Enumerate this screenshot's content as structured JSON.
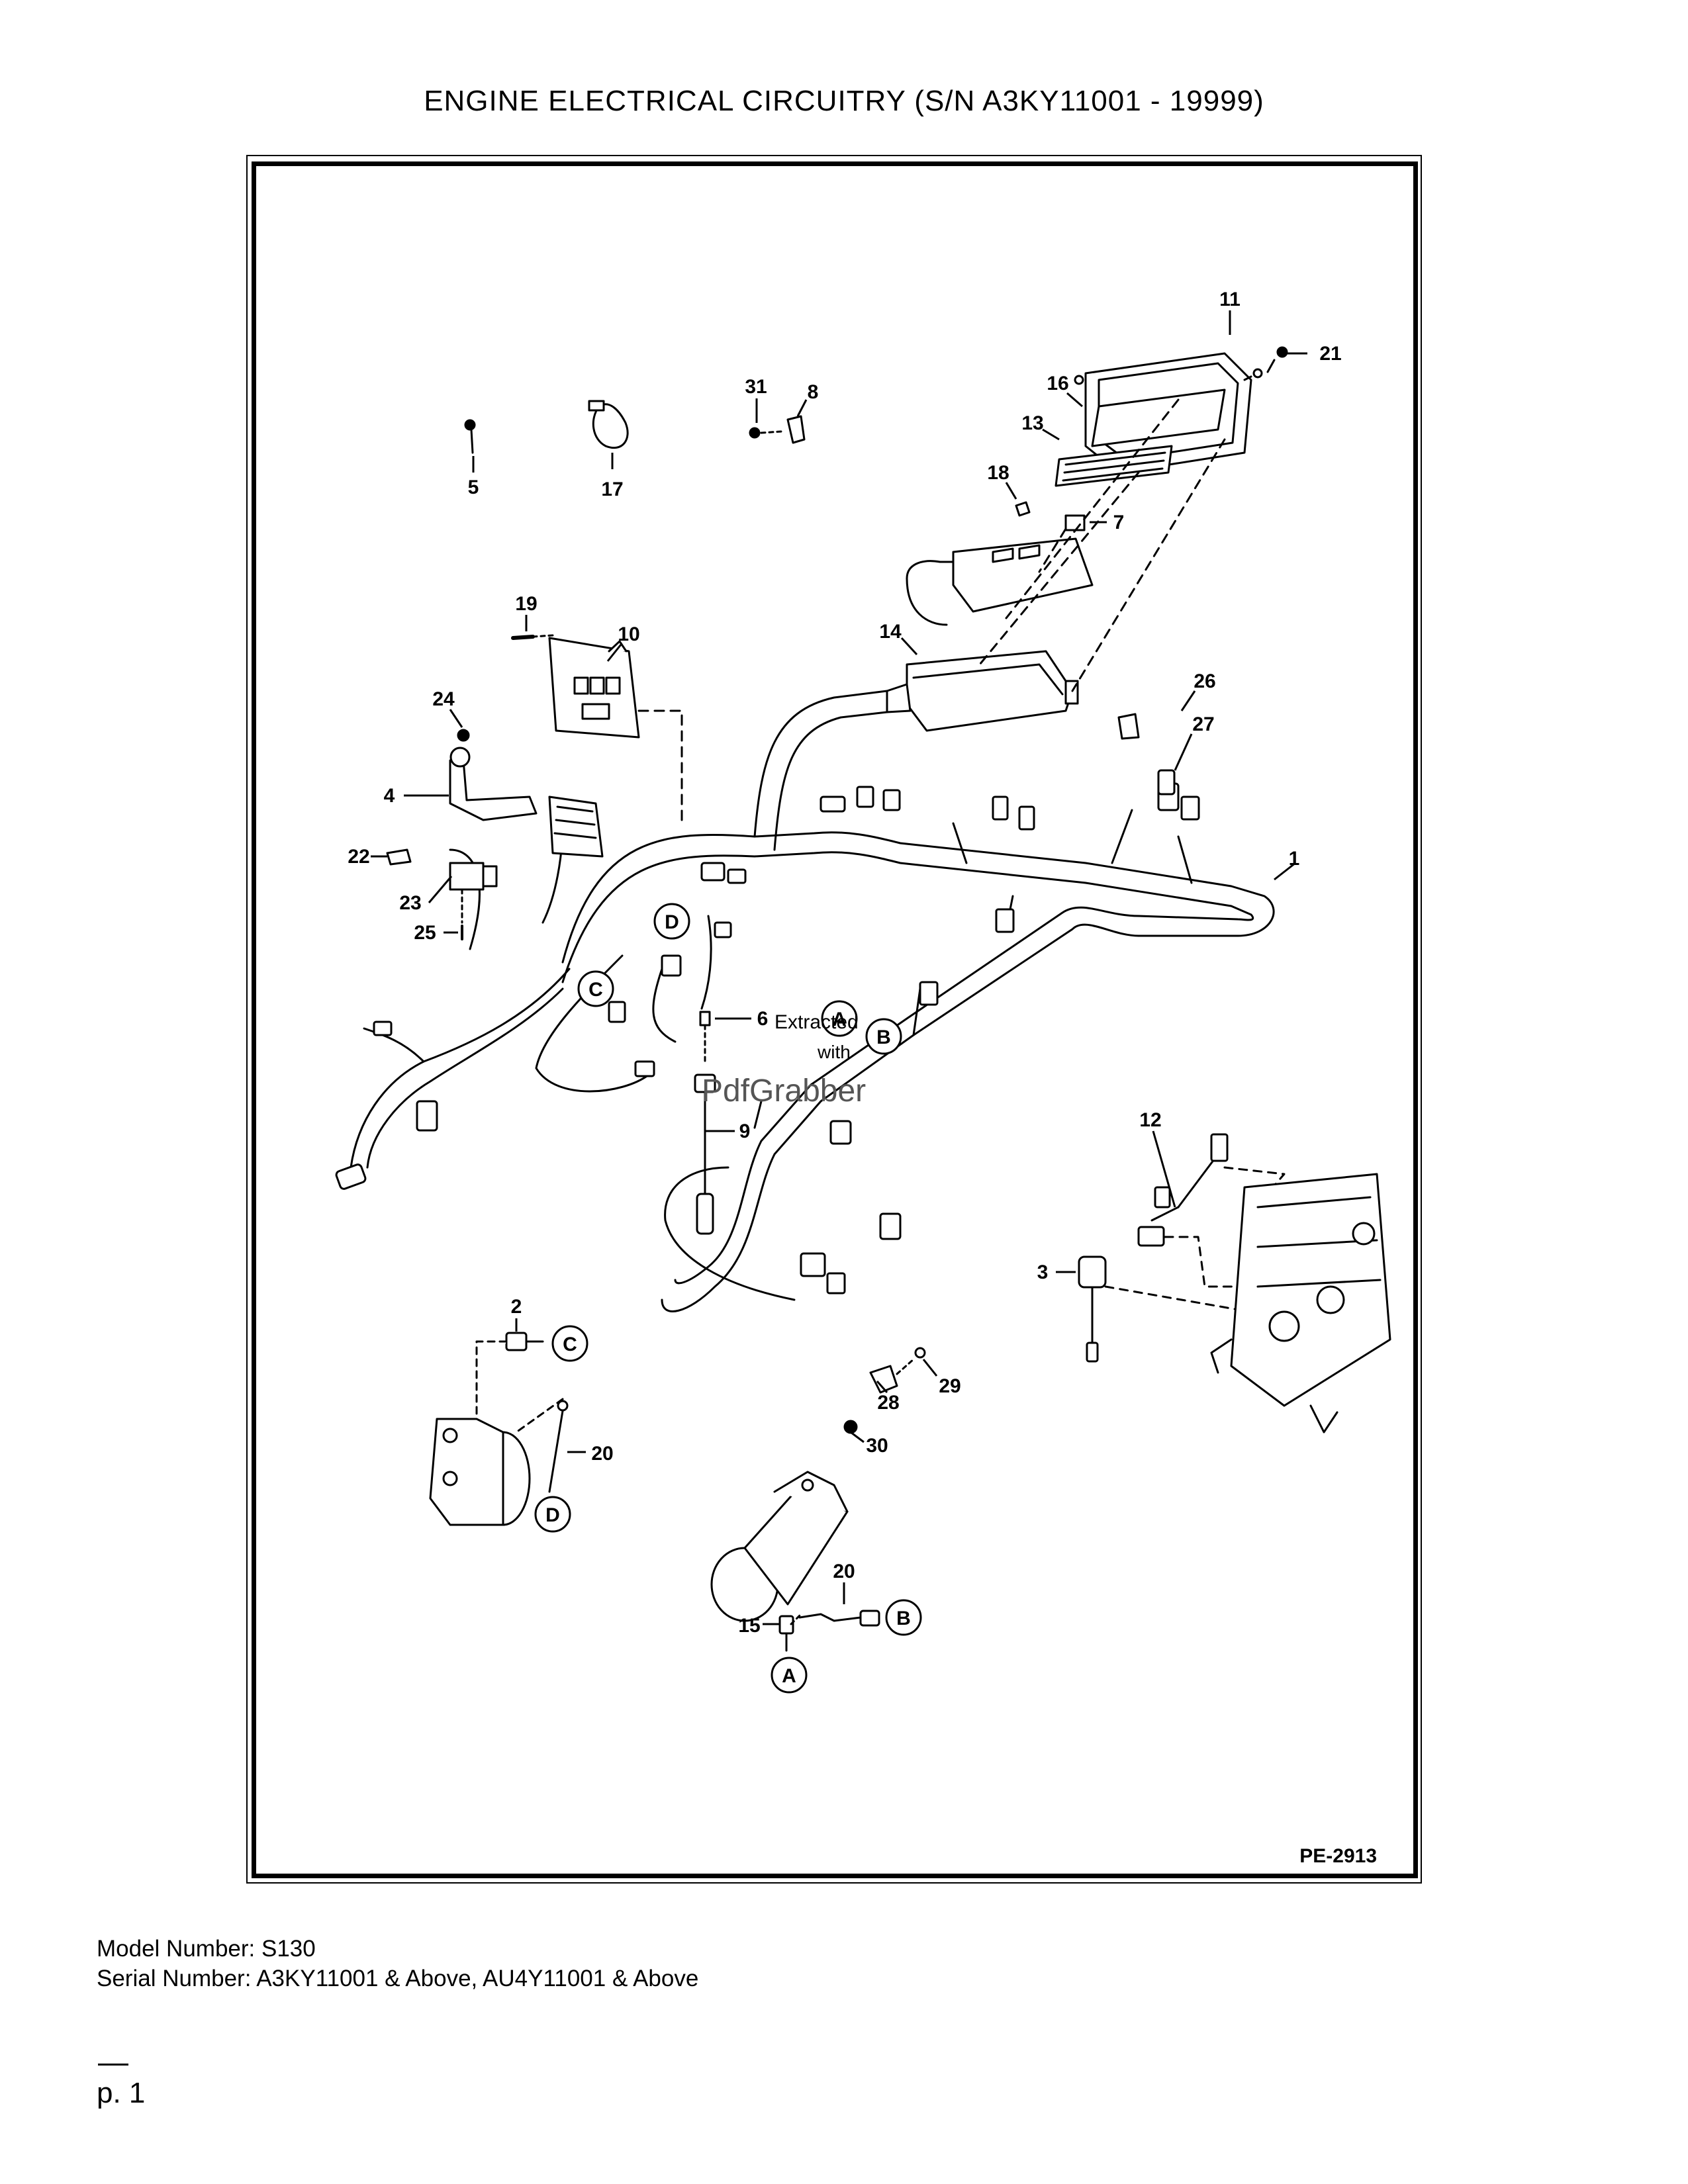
{
  "document": {
    "title": "ENGINE ELECTRICAL CIRCUITRY (S/N A3KY11001 - 19999)",
    "figure_code": "PE-2913",
    "model_number": "Model Number: S130",
    "serial_number": "Serial Number: A3KY11001 & Above, AU4Y11001 & Above",
    "page": "p. 1"
  },
  "watermark": {
    "line1": "Extracted",
    "line2": "with",
    "line3": "PdfGrabber"
  },
  "callouts": {
    "n1": "1",
    "n2": "2",
    "n3": "3",
    "n4": "4",
    "n5": "5",
    "n6": "6",
    "n7": "7",
    "n8": "8",
    "n9": "9",
    "n10": "10",
    "n11": "11",
    "n12": "12",
    "n13": "13",
    "n14": "14",
    "n15": "15",
    "n16": "16",
    "n17": "17",
    "n18": "18",
    "n19": "19",
    "n20": "20",
    "n20b": "20",
    "n21": "21",
    "n22": "22",
    "n23": "23",
    "n24": "24",
    "n25": "25",
    "n26": "26",
    "n27": "27",
    "n28": "28",
    "n29": "29",
    "n30": "30",
    "n31": "31"
  },
  "connector_labels": {
    "a1": "A",
    "a2": "A",
    "b1": "B",
    "b2": "B",
    "c1": "C",
    "c2": "C",
    "d1": "D",
    "d2": "D"
  }
}
